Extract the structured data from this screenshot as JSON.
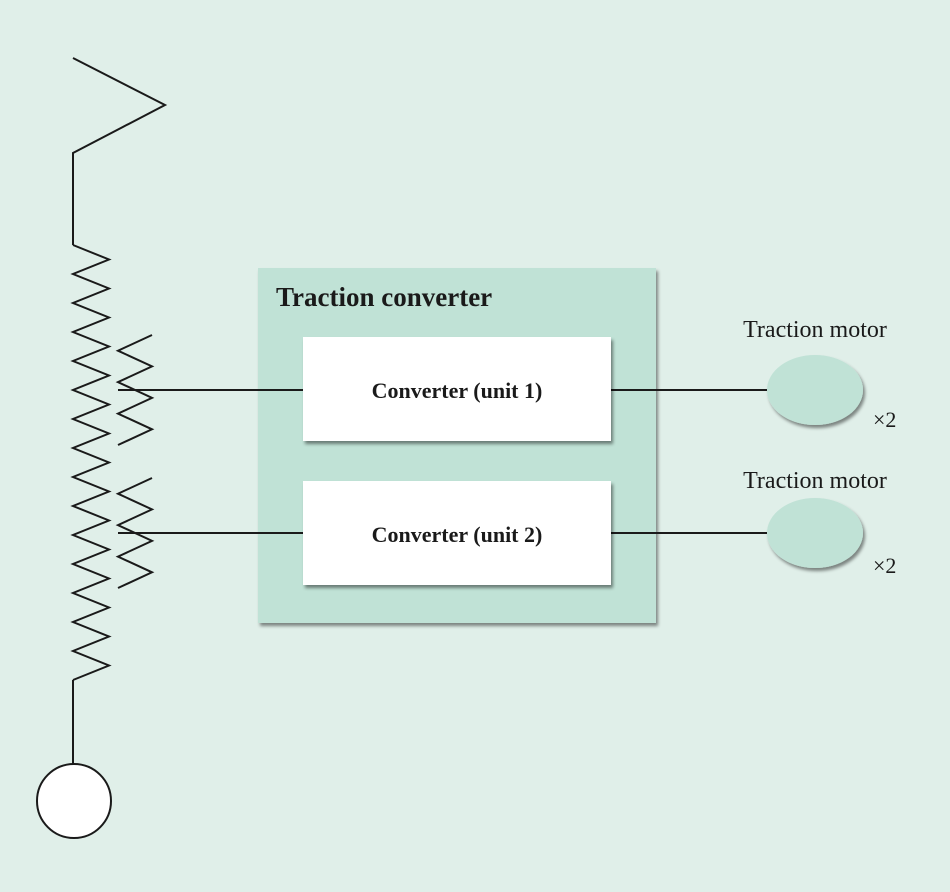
{
  "diagram": {
    "converter_group": {
      "title": "Traction converter"
    },
    "converters": [
      {
        "label": "Converter (unit 1)"
      },
      {
        "label": "Converter (unit 2)"
      }
    ],
    "motors": [
      {
        "label": "Traction motor",
        "multiplier": "×2"
      },
      {
        "label": "Traction motor",
        "multiplier": "×2"
      }
    ],
    "colors": {
      "background": "#e0efe9",
      "converter_group_fill": "#c0e2d6",
      "converter_fill": "#ffffff",
      "motor_fill": "#c0e2d6",
      "line": "#1a1a1a"
    }
  }
}
